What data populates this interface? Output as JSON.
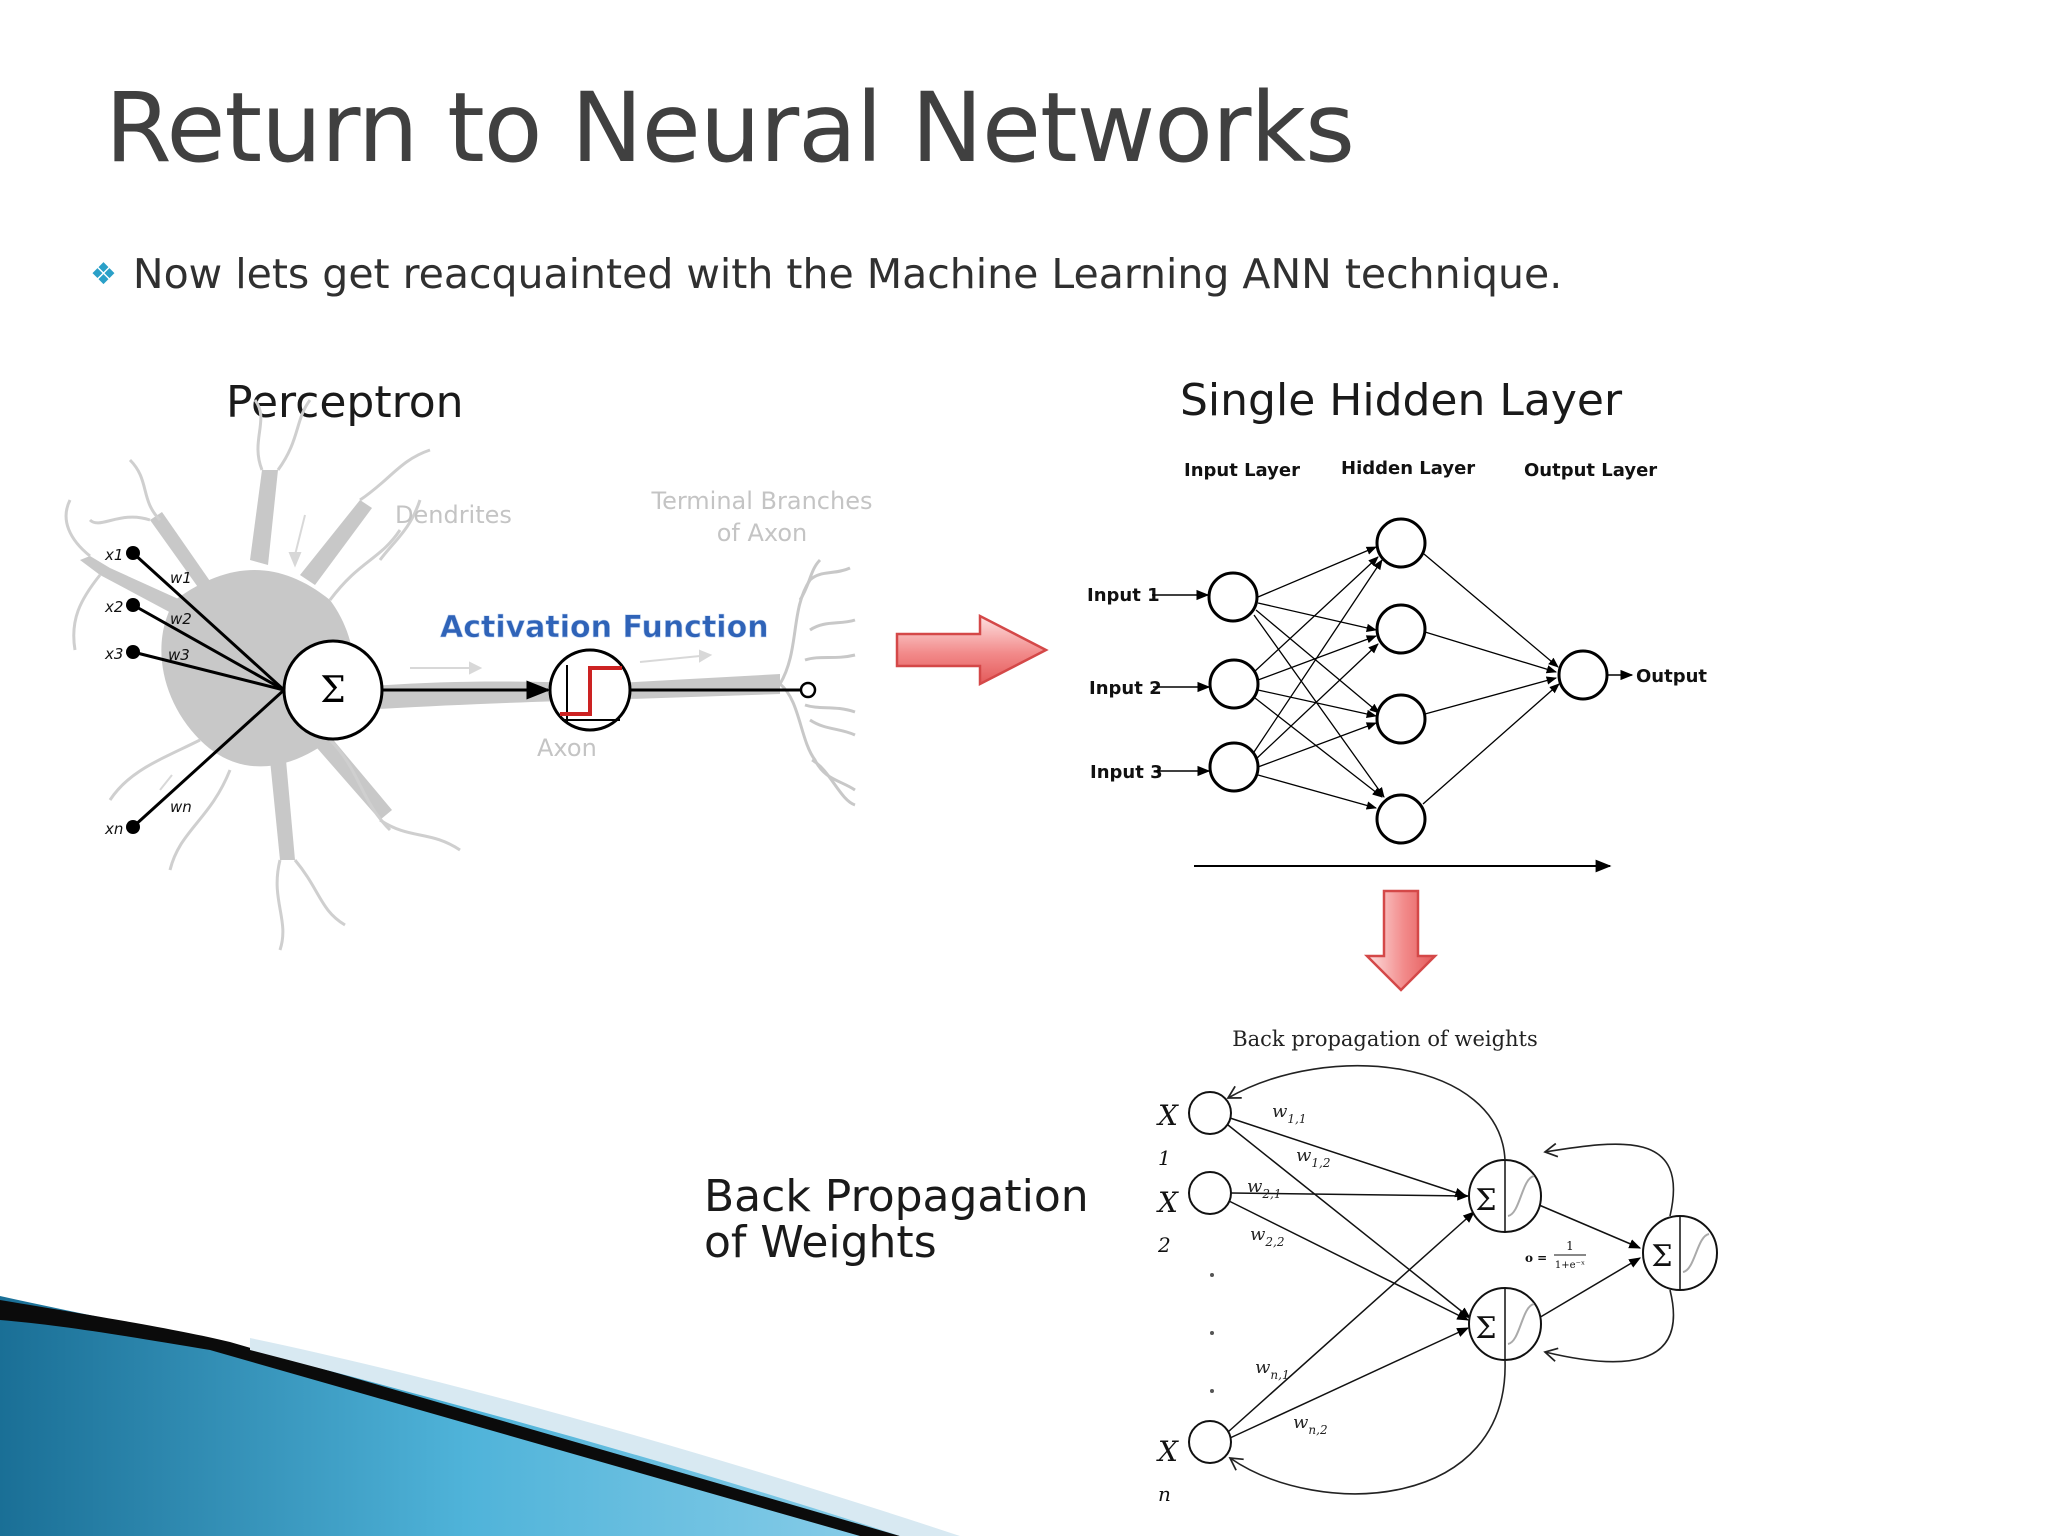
{
  "slide": {
    "title": "Return to Neural Networks",
    "bullet": "Now lets get reacquainted with the Machine Learning ANN technique.",
    "accent_color": "#2aa0c8"
  },
  "perceptron": {
    "heading": "Perceptron",
    "inputs": [
      "x1",
      "x2",
      "x3",
      "xn"
    ],
    "weights": [
      "w1",
      "w2",
      "w3",
      "wn"
    ],
    "sum_symbol": "Σ",
    "dendrites": "Dendrites",
    "terminal_line1": "Terminal Branches",
    "terminal_line2": "of Axon",
    "activation": "Activation Function",
    "axon": "Axon"
  },
  "hidden_layer": {
    "heading": "Single Hidden Layer",
    "input_layer": "Input Layer",
    "hidden_layer": "Hidden Layer",
    "output_layer": "Output Layer",
    "inputs": [
      "Input 1",
      "Input 2",
      "Input 3"
    ],
    "output": "Output"
  },
  "backprop": {
    "heading_line1": "Back Propagation",
    "heading_line2": "of Weights",
    "caption": "Back propagation of weights",
    "x": "X",
    "x_subs": [
      "1",
      "2",
      "n"
    ],
    "w_base": "w",
    "w_subs": [
      "1,1",
      "1,2",
      "2,1",
      "2,2",
      "n,1",
      "n,2"
    ],
    "sigma": "Σ",
    "formula_lhs": "o =",
    "formula_num": "1",
    "formula_den": "1+e⁻ˣ"
  }
}
